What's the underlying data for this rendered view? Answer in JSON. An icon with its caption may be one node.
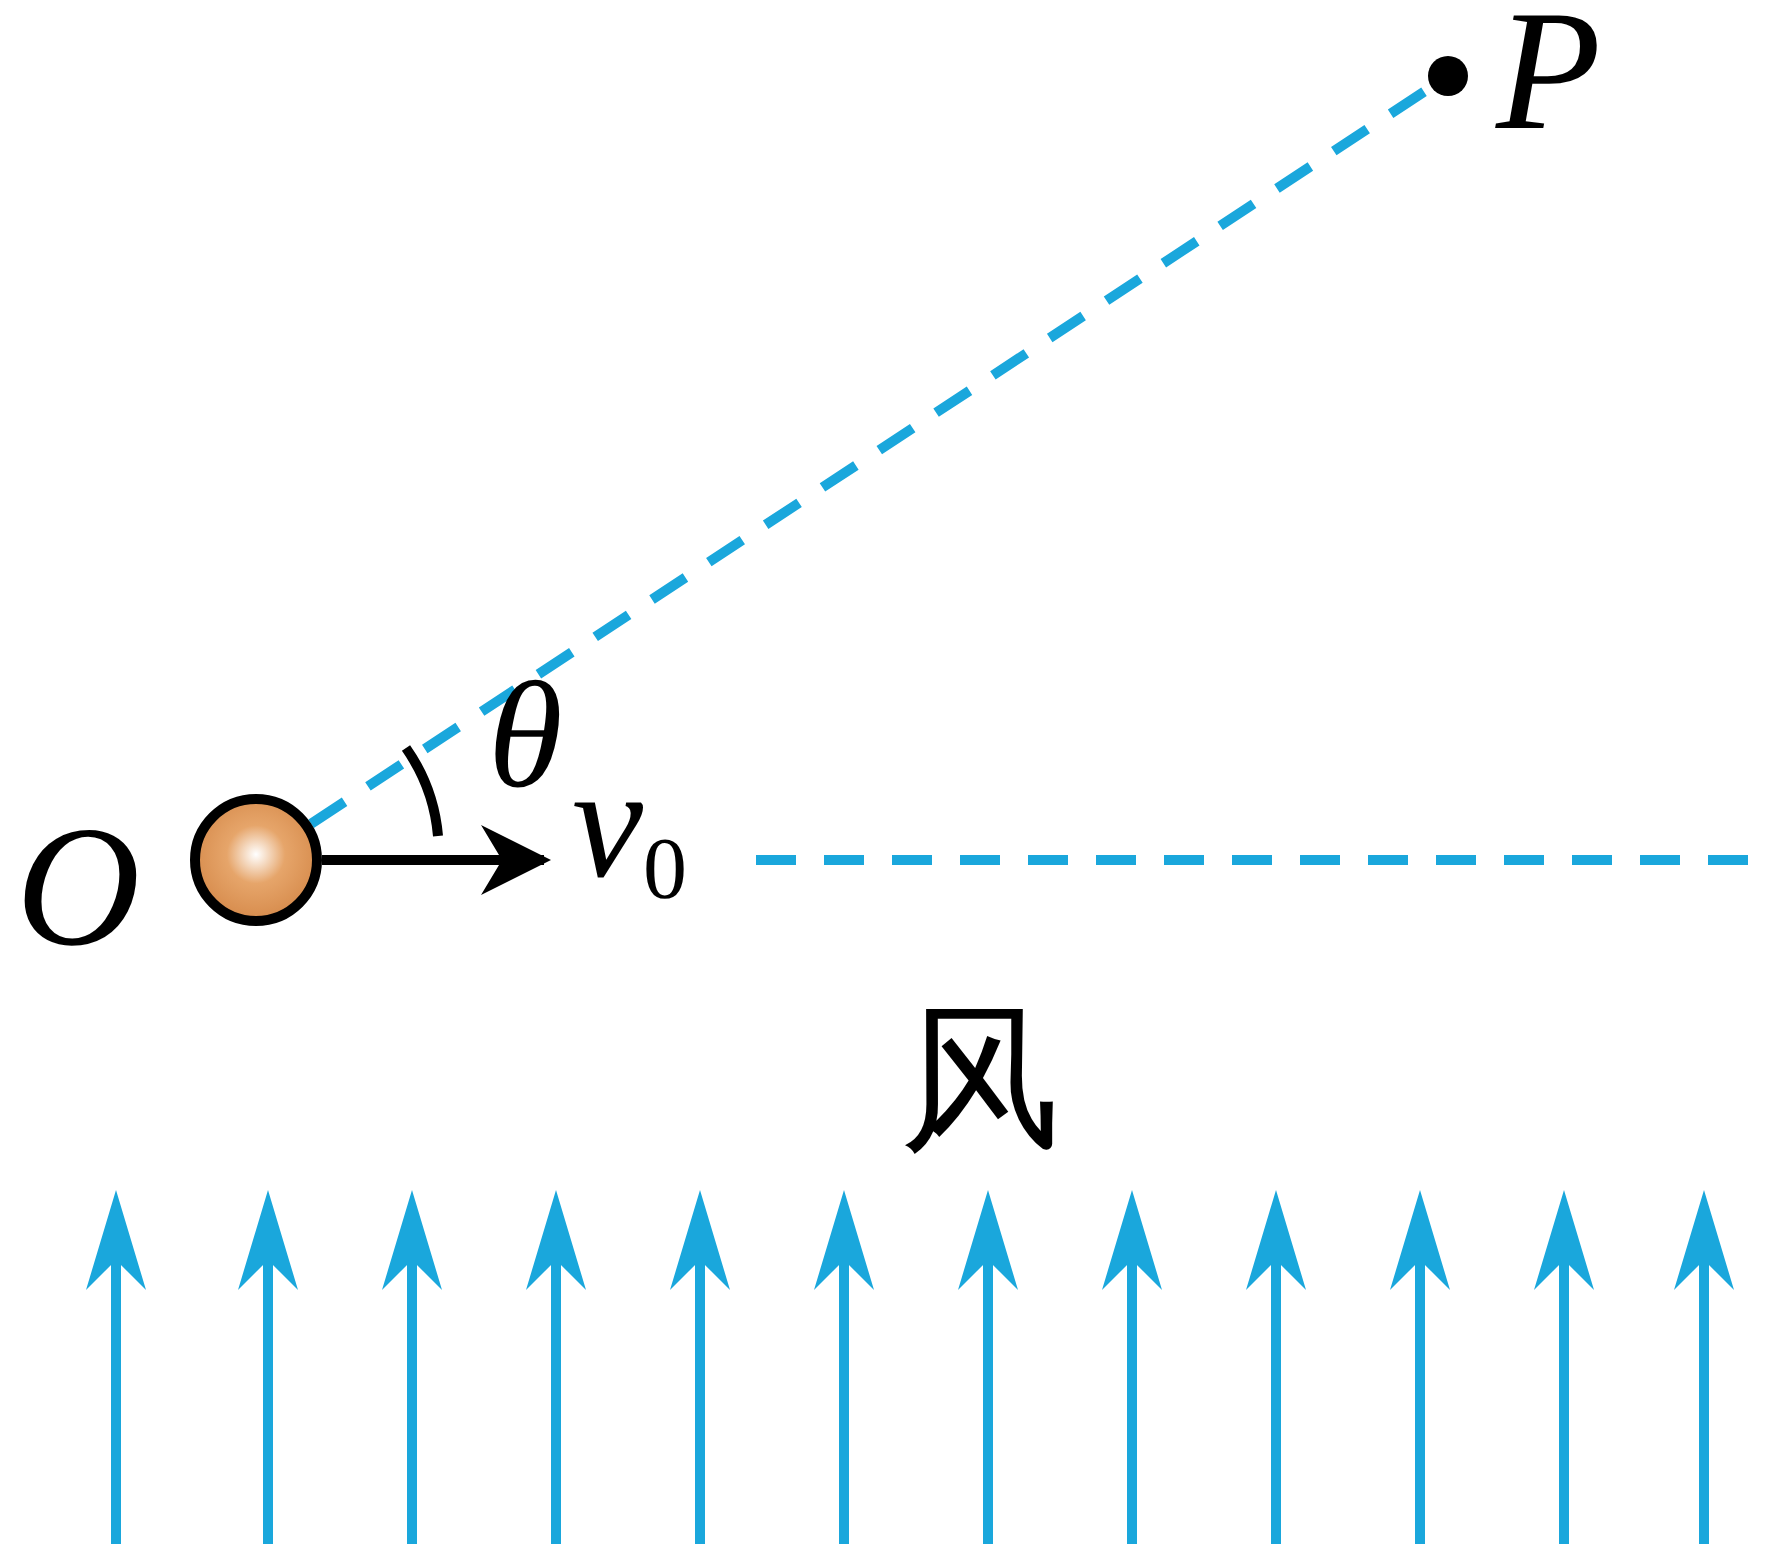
{
  "diagram": {
    "nodes": [
      {
        "text": [],
        "shape": "circle",
        "beside": [
          "O"
        ]
      },
      {
        "text": [],
        "shape": "circle",
        "beside": [
          "P"
        ]
      }
    ],
    "edges": [
      {
        "from": 0,
        "to": 1,
        "arrow": "none",
        "style": "dashed",
        "color": "#1aa7dc"
      },
      {
        "from": 0,
        "to": null,
        "arrow": "to",
        "label": "*v*$_{0}$",
        "color": "#000000"
      }
    ],
    "labels": [
      "θ",
      "风"
    ]
  }
}
